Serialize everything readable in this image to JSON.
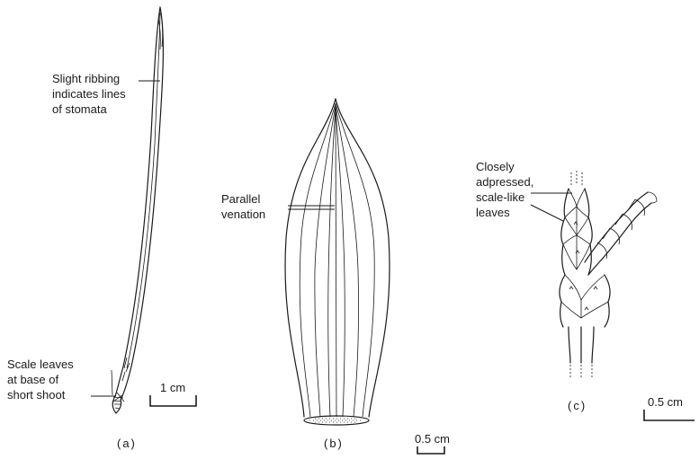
{
  "panel_a": {
    "annotation_top": [
      "Slight ribbing",
      "indicates lines",
      "of stomata"
    ],
    "annotation_bottom": [
      "Scale leaves",
      "at base of",
      "short shoot"
    ],
    "scale_label": "1 cm",
    "panel_label": "(a)"
  },
  "panel_b": {
    "annotation": [
      "Parallel",
      "venation"
    ],
    "scale_label": "0.5 cm",
    "panel_label": "(b)"
  },
  "panel_c": {
    "annotation": [
      "Closely",
      "adpressed,",
      "scale-like",
      "leaves"
    ],
    "scale_label": "0.5 cm",
    "panel_label": "(c)"
  }
}
